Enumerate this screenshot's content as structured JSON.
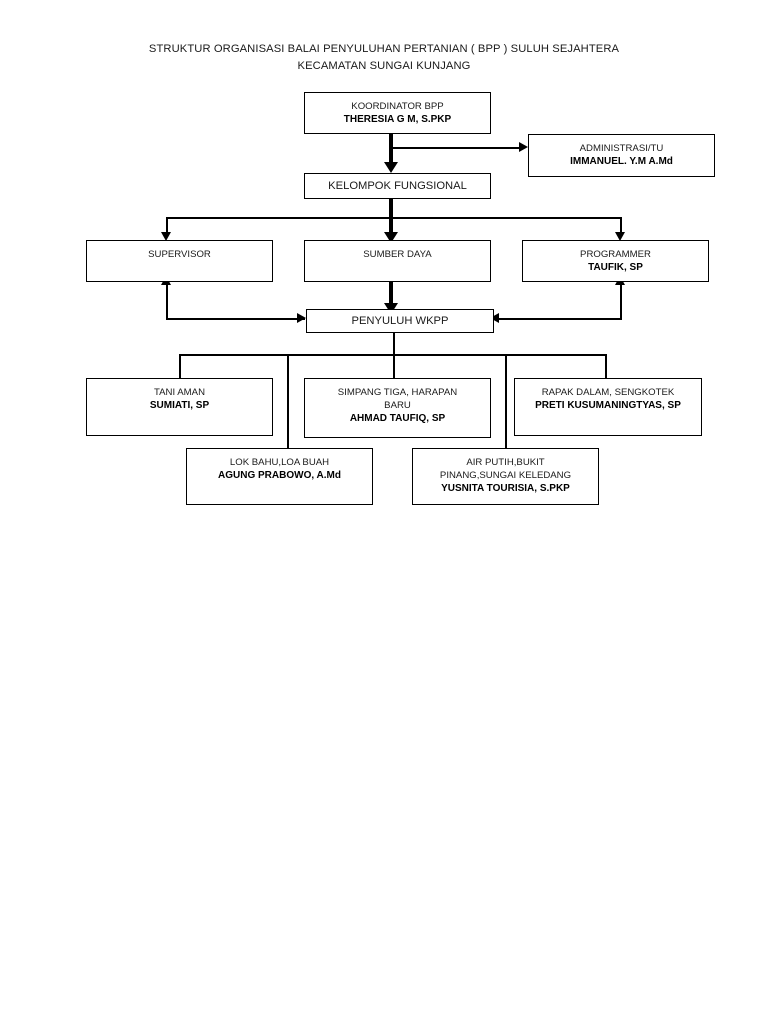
{
  "chart_data": {
    "type": "diagram",
    "diagram_kind": "organizational-chart",
    "title": "STRUKTUR ORGANISASI BALAI PENYULUHAN PERTANIAN ( BPP ) SULUH SEJAHTERA\nKECAMATAN SUNGAI KUNJANG",
    "title_line_1": "STRUKTUR ORGANISASI BALAI PENYULUHAN PERTANIAN ( BPP ) SULUH SEJAHTERA",
    "title_line_2": "KECAMATAN SUNGAI KUNJANG",
    "nodes": [
      {
        "id": "koordinator",
        "role": "KOORDINATOR BPP",
        "person": "THERESIA G M, S.PKP",
        "level": 1
      },
      {
        "id": "administrasi",
        "role": "ADMINISTRASI/TU",
        "person": "IMMANUEL. Y.M A.Md",
        "level": 1
      },
      {
        "id": "fungsional",
        "role": "KELOMPOK FUNGSIONAL",
        "person": "",
        "level": 2
      },
      {
        "id": "supervisor",
        "role": "SUPERVISOR",
        "person": "",
        "level": 3
      },
      {
        "id": "sumberdaya",
        "role": "SUMBER DAYA",
        "person": "",
        "level": 3
      },
      {
        "id": "programmer",
        "role": "PROGRAMMER",
        "person": "TAUFIK, SP",
        "level": 3
      },
      {
        "id": "penyuluh",
        "role": "PENYULUH WKPP",
        "person": "",
        "level": 4
      },
      {
        "id": "tani-aman",
        "role": "TANI AMAN",
        "person": "SUMIATI, SP",
        "level": 5
      },
      {
        "id": "simpang-tiga",
        "role": "SIMPANG TIGA, HARAPAN BARU",
        "person": "AHMAD TAUFIQ, SP",
        "level": 5
      },
      {
        "id": "rapak-dalam",
        "role": "RAPAK DALAM, SENGKOTEK",
        "person": "PRETI KUSUMANINGTYAS, SP",
        "level": 5
      },
      {
        "id": "lok-bahu",
        "role": "LOK BAHU,LOA BUAH",
        "person": "AGUNG PRABOWO, A.Md",
        "level": 6
      },
      {
        "id": "air-putih",
        "role": "AIR PUTIH,BUKIT PINANG,SUNGAI KELEDANG",
        "person": "YUSNITA TOURISIA, S.PKP",
        "level": 6
      }
    ],
    "edges": [
      {
        "from": "koordinator",
        "to": "fungsional",
        "style": "thick",
        "arrow": "down"
      },
      {
        "from": "koordinator",
        "to": "administrasi",
        "style": "thin",
        "arrow": "right"
      },
      {
        "from": "fungsional",
        "to": "supervisor",
        "style": "thin",
        "arrow": "down"
      },
      {
        "from": "fungsional",
        "to": "sumberdaya",
        "style": "thick",
        "arrow": "down"
      },
      {
        "from": "fungsional",
        "to": "programmer",
        "style": "thin",
        "arrow": "down"
      },
      {
        "from": "sumberdaya",
        "to": "penyuluh",
        "style": "thick",
        "arrow": "down"
      },
      {
        "from": "penyuluh",
        "to": "supervisor",
        "style": "thin",
        "arrow": "up"
      },
      {
        "from": "penyuluh",
        "to": "programmer",
        "style": "thin",
        "arrow": "up"
      },
      {
        "from": "penyuluh",
        "to": "tani-aman",
        "style": "thin",
        "arrow": "none"
      },
      {
        "from": "penyuluh",
        "to": "simpang-tiga",
        "style": "thin",
        "arrow": "none"
      },
      {
        "from": "penyuluh",
        "to": "rapak-dalam",
        "style": "thin",
        "arrow": "none"
      },
      {
        "from": "penyuluh",
        "to": "lok-bahu",
        "style": "thin",
        "arrow": "none"
      },
      {
        "from": "penyuluh",
        "to": "air-putih",
        "style": "thin",
        "arrow": "none"
      }
    ],
    "colors": {
      "line": "#000000",
      "box_border": "#000000",
      "box_fill": "#ffffff",
      "text": "#000000",
      "page_background": "#ffffff"
    }
  },
  "boxes": {
    "koordinator": {
      "role": "KOORDINATOR BPP",
      "person": "THERESIA G M, S.PKP"
    },
    "administrasi": {
      "role": "ADMINISTRASI/TU",
      "person": "IMMANUEL. Y.M A.Md"
    },
    "fungsional": {
      "role": "KELOMPOK FUNGSIONAL"
    },
    "supervisor": {
      "role": "SUPERVISOR"
    },
    "sumberdaya": {
      "role": "SUMBER DAYA"
    },
    "programmer": {
      "role": "PROGRAMMER",
      "person": "TAUFIK, SP"
    },
    "penyuluh": {
      "role": "PENYULUH WKPP"
    },
    "tani_aman": {
      "role": "TANI AMAN",
      "person": "SUMIATI, SP"
    },
    "simpang_tiga": {
      "role_line_1": "SIMPANG TIGA, HARAPAN",
      "role_line_2": "BARU",
      "person": "AHMAD TAUFIQ, SP"
    },
    "rapak_dalam": {
      "role": "RAPAK DALAM, SENGKOTEK",
      "person": "PRETI KUSUMANINGTYAS, SP"
    },
    "lok_bahu": {
      "role": "LOK BAHU,LOA BUAH",
      "person": "AGUNG PRABOWO, A.Md"
    },
    "air_putih": {
      "role_line_1": "AIR PUTIH,BUKIT",
      "role_line_2": "PINANG,SUNGAI KELEDANG",
      "person": "YUSNITA TOURISIA, S.PKP"
    }
  }
}
